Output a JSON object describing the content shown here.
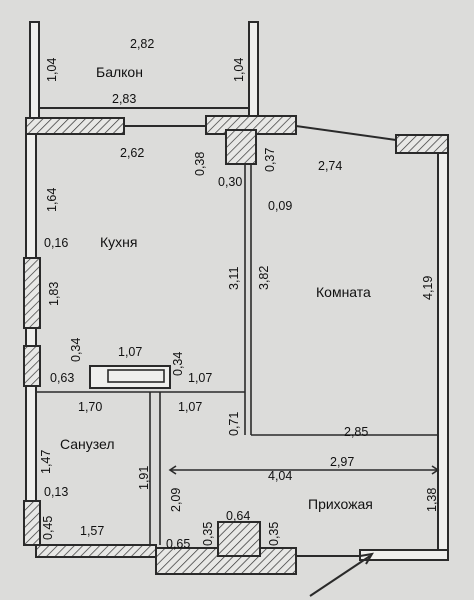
{
  "rooms": {
    "balcony": "Балкон",
    "kitchen": "Кухня",
    "room": "Комната",
    "bathroom": "Санузел",
    "hallway": "Прихожая"
  },
  "dims": {
    "balcony_top": "2,82",
    "balcony_left": "1,04",
    "balcony_right": "1,04",
    "balcony_bottom": "2,83",
    "kitchen_top": "2,62",
    "col_038": "0,38",
    "col_037": "0,37",
    "col_030": "0,30",
    "col_009": "0,09",
    "room_top": "2,74",
    "kitchen_left": "1,64",
    "kitchen_016": "0,16",
    "kitchen_183": "1,83",
    "kitchen_311": "3,11",
    "room_382": "3,82",
    "room_419": "4,19",
    "vent_034a": "0,34",
    "vent_107": "1,07",
    "vent_034b": "0,34",
    "kitchen_063": "0,63",
    "kitchen_107b": "1,07",
    "bath_170": "1,70",
    "hall_107": "1,07",
    "hall_071": "0,71",
    "room_285": "2,85",
    "bath_147": "1,47",
    "bath_191": "1,91",
    "hall_209": "2,09",
    "hall_404": "4,04",
    "hall_297": "2,97",
    "bath_013": "0,13",
    "bath_045": "0,45",
    "bath_157": "1,57",
    "hall_035a": "0,35",
    "hall_064": "0,64",
    "hall_035b": "0,35",
    "hall_065": "0,65",
    "hall_138": "1,38"
  }
}
